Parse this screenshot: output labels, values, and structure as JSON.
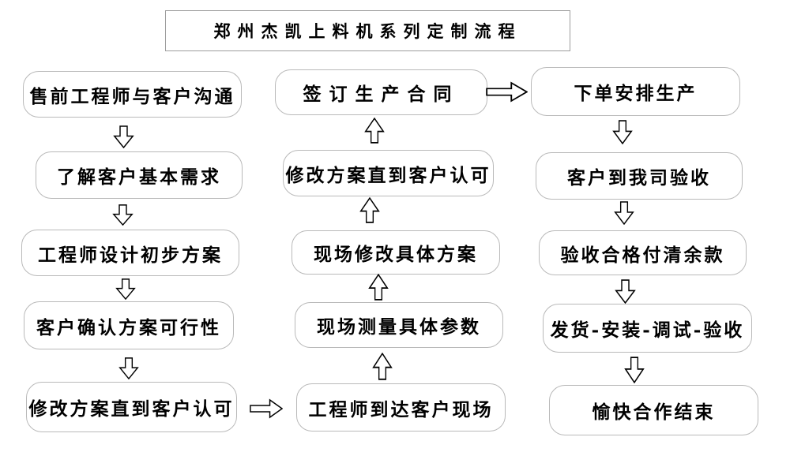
{
  "title": "郑州杰凯上料机系列定制流程",
  "left_column": {
    "direction": "top-down",
    "steps": [
      "售前工程师与客户沟通",
      "了解客户基本需求",
      "工程师设计初步方案",
      "客户确认方案可行性",
      "修改方案直到客户认可"
    ]
  },
  "middle_column": {
    "direction": "bottom-up",
    "steps": [
      "签订生产合同",
      "修改方案直到客户认可",
      "现场修改具体方案",
      "现场测量具体参数",
      "工程师到达客户现场"
    ]
  },
  "right_column": {
    "direction": "top-down",
    "steps": [
      "下单安排生产",
      "客户到我司验收",
      "验收合格付清余款",
      "发货-安装-调试-验收",
      "愉快合作结束"
    ]
  },
  "icons": {
    "down_arrow": "down-block-arrow",
    "up_arrow": "up-block-arrow",
    "right_arrow": "right-block-arrow"
  },
  "colors": {
    "background": "#ffffff",
    "box_border": "#b9b9b9",
    "title_border": "#9d9d9d",
    "arrow_outline": "#000000",
    "text": "#000000"
  }
}
